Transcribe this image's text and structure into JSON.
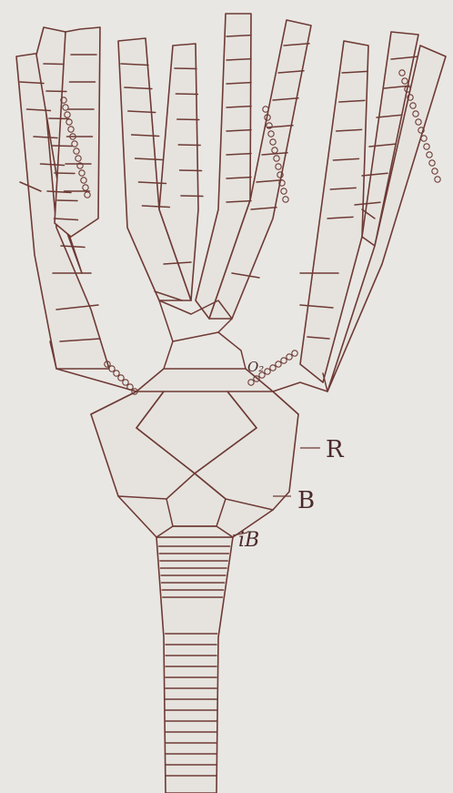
{
  "figure": {
    "labels": {
      "r": "R",
      "b": "B",
      "ib": "iB",
      "o": "O₂"
    },
    "colors": {
      "background": "#e9e7e3",
      "line": "#6e3a35"
    }
  }
}
